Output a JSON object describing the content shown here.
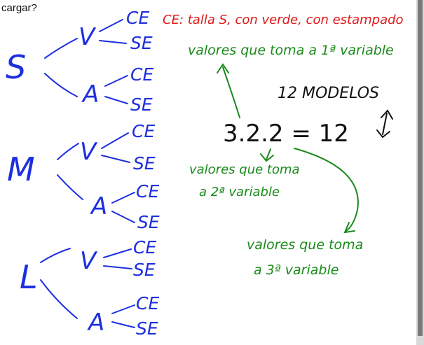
{
  "header": {
    "text": "cargar?"
  },
  "tree": {
    "level1": [
      "S",
      "M",
      "L"
    ],
    "level2": [
      "V",
      "A",
      "V",
      "A",
      "V",
      "A"
    ],
    "level3": [
      "CE",
      "SE",
      "CE",
      "SE",
      "CE",
      "SE",
      "CE",
      "SE",
      "CE",
      "SE",
      "CE",
      "SE"
    ]
  },
  "notes": {
    "ce_legend": "CE: talla S, con verde, con estampado",
    "vars1": "valores que toma a 1ª variable",
    "models": "12 MODELOS",
    "formula": "3.2.2 = 12",
    "vars2_line1": "valores que toma",
    "vars2_line2": "a 2ª variable",
    "vars3_line1": "valores que toma",
    "vars3_line2": "a 3ª variable"
  },
  "colors": {
    "blue": "#1d2fe0",
    "green": "#1a8a1a",
    "red": "#e01818",
    "black": "#111111",
    "panel": "#555555"
  }
}
